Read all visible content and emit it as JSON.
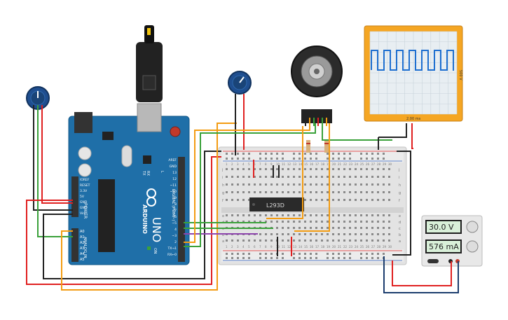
{
  "arduino": {
    "brand": "ARDUINO",
    "model": "UNO",
    "on_label": "ON",
    "power_header_label": "POWER",
    "analog_header_label": "ANALOG IN",
    "digital_header_label": "DIGITAL (PWM~)",
    "power_pins": [
      "IOREF",
      "RESET",
      "3.3V",
      "5V",
      "GND",
      "GND",
      "Vin"
    ],
    "analog_pins": [
      "A0",
      "A1",
      "A2",
      "A3",
      "A4",
      "A5"
    ],
    "digital_pins": [
      "AREF",
      "GND",
      "13",
      "12",
      "~11",
      "~10",
      "~9",
      "8",
      "7",
      "~6",
      "~5",
      "4",
      "~3",
      "2",
      "TX→1",
      "RX←0"
    ],
    "led_labels": [
      "TX",
      "RX",
      "L"
    ],
    "board_color": "#1f6fa8"
  },
  "oscilloscope": {
    "scale_label": "2.00 ms",
    "side_label": "500 V",
    "frame_color": "#f5a623",
    "trace_color": "#1e6fd0"
  },
  "chip": {
    "label": "L293D"
  },
  "power_supply": {
    "voltage": "30.0 V",
    "current": "576 mA"
  },
  "breadboard": {
    "row_letters_top": [
      "j",
      "i",
      "h",
      "g",
      "f"
    ],
    "row_letters_bottom": [
      "e",
      "d",
      "c",
      "b",
      "a"
    ],
    "column_numbers": [
      "1",
      "2",
      "3",
      "4",
      "5",
      "6",
      "7",
      "8",
      "9",
      "10",
      "11",
      "12",
      "13",
      "14",
      "15",
      "16",
      "17",
      "18",
      "19",
      "20",
      "21",
      "22",
      "23",
      "24",
      "25",
      "26",
      "27",
      "28",
      "29",
      "30"
    ]
  },
  "wire_colors": {
    "red": "#e02020",
    "black": "#222222",
    "green": "#3aa13a",
    "orange": "#f39c12",
    "purple": "#8e44ad",
    "navy": "#1c3d6e"
  }
}
